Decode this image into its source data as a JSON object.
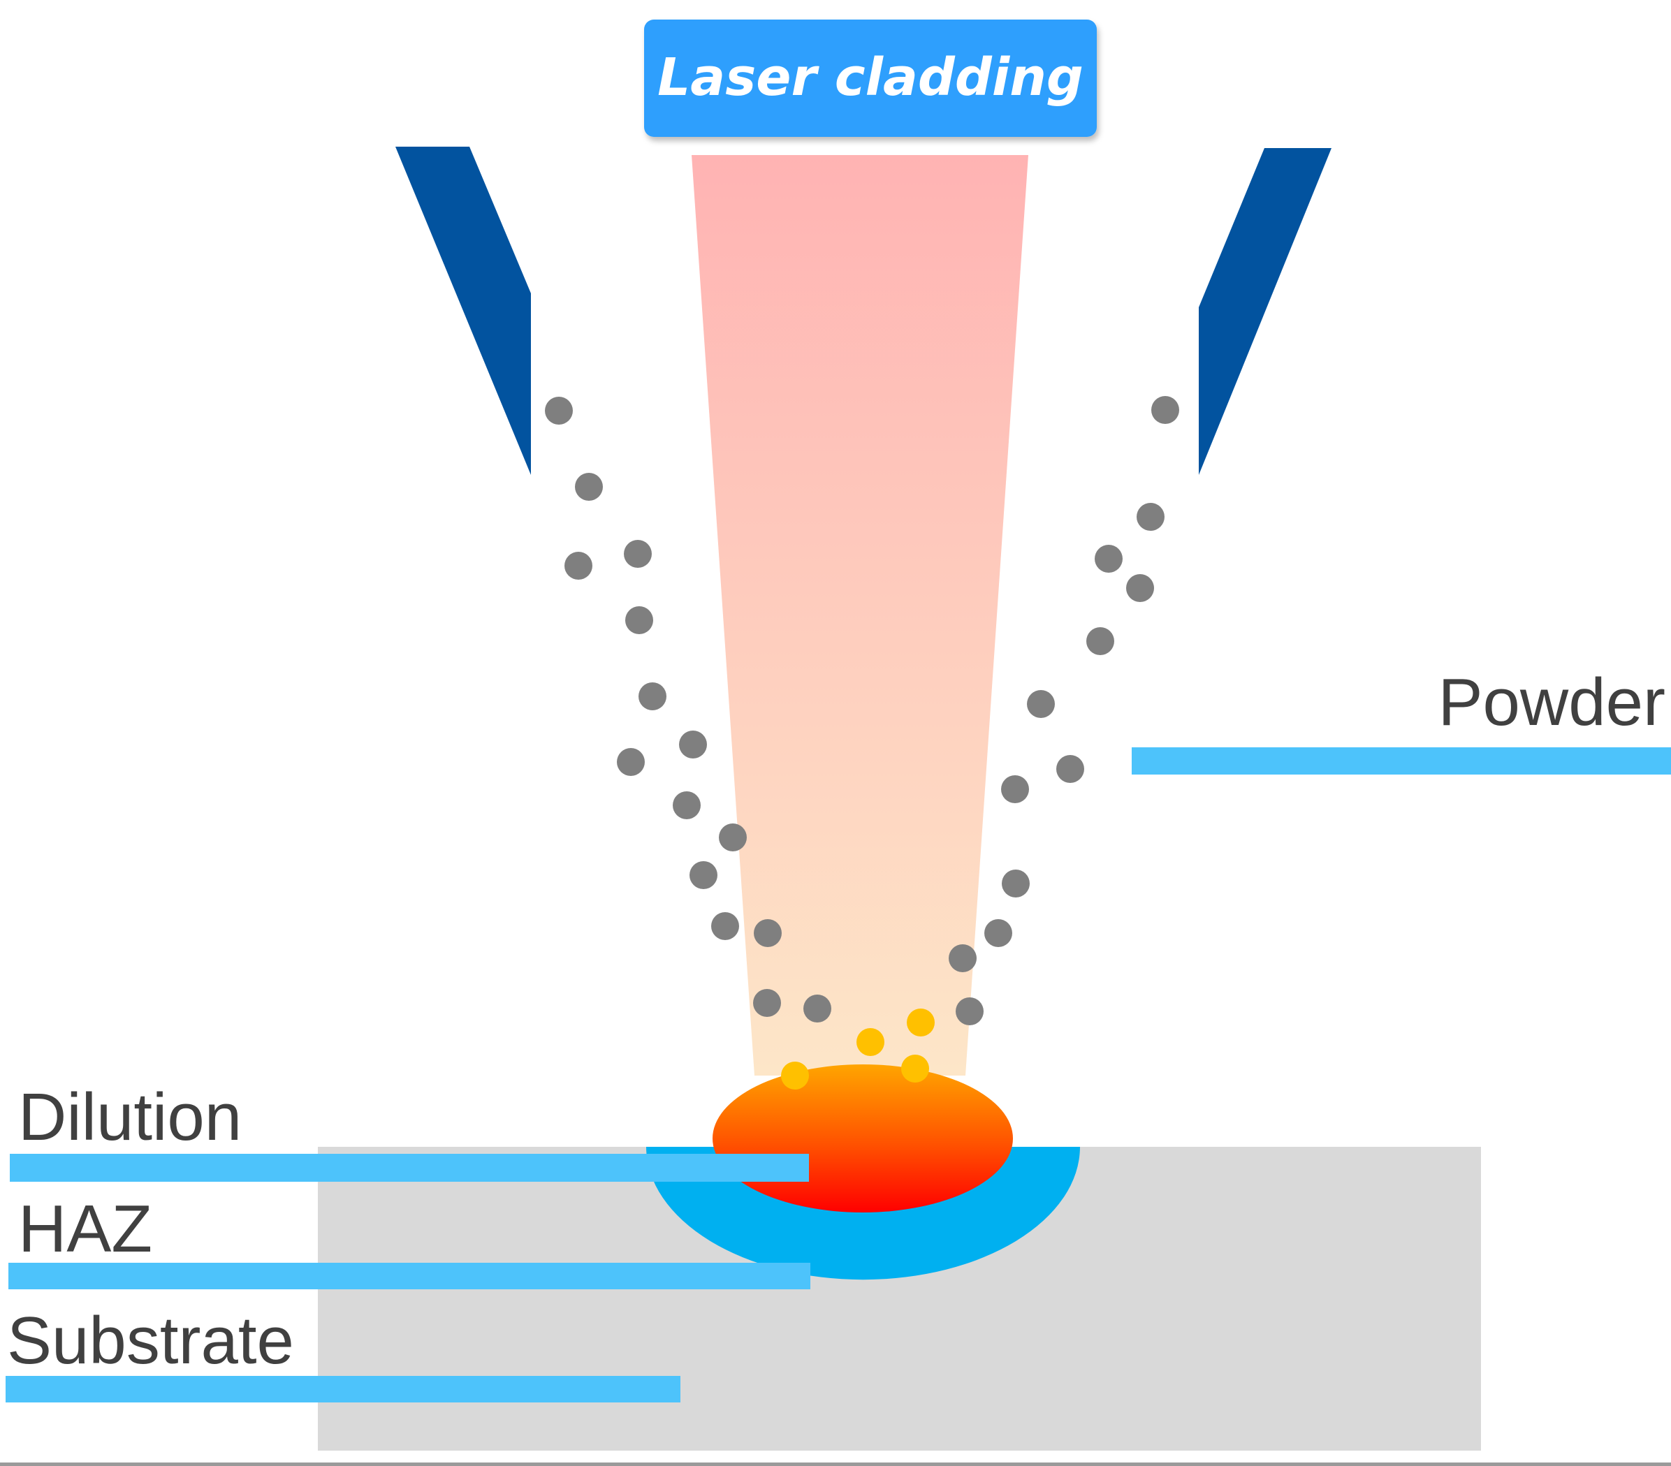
{
  "title": "Laser cladding",
  "labels": {
    "powder": "Powder",
    "dilution": "Dilution",
    "haz": "HAZ",
    "substrate": "Substrate"
  },
  "colors": {
    "title_box": "#2e9ffd",
    "nozzle": "#02539f",
    "beam_top": "#ffb3b3",
    "beam_bottom": "#fde6c8",
    "powder_particle": "#7f7f7f",
    "molten_particle": "#ffc000",
    "melt_pool_top": "#ffa500",
    "melt_pool_bottom": "#ff0000",
    "haz": "#00b0f0",
    "substrate": "#d9d9d9",
    "leader_line": "#4dc3fb",
    "label_text": "#404040"
  }
}
